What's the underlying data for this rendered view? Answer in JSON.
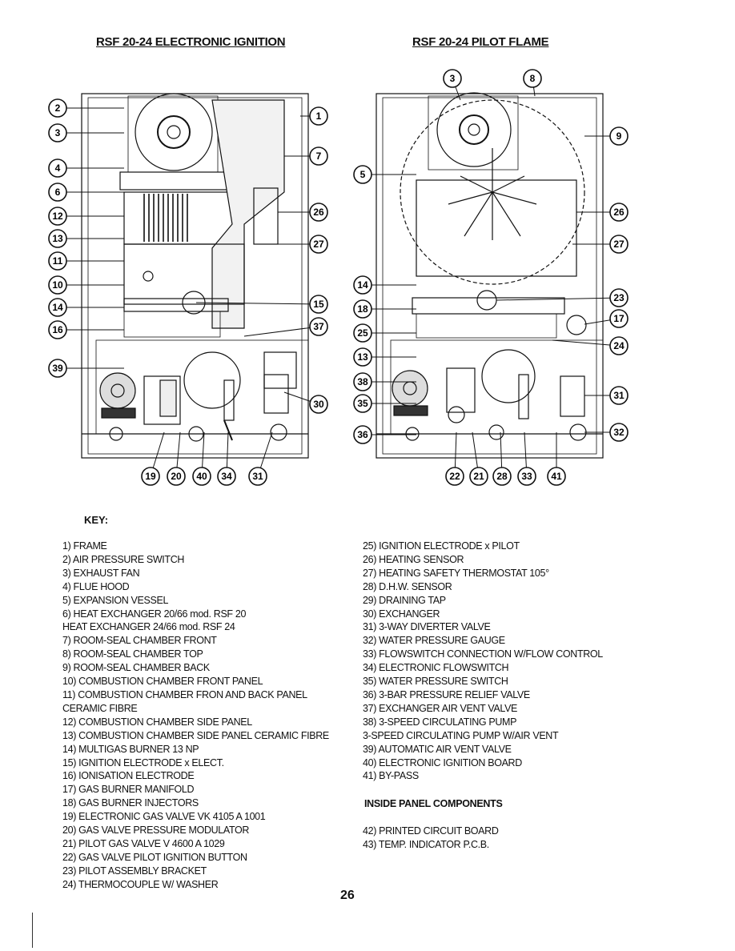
{
  "titles": {
    "left": "RSF 20-24 ELECTRONIC IGNITION",
    "right": "RSF 20-24 PILOT FLAME"
  },
  "diagram_left": {
    "callouts_left": [
      "2",
      "3",
      "4",
      "6",
      "12",
      "13",
      "11",
      "10",
      "14",
      "16",
      "39"
    ],
    "callouts_right": [
      "1",
      "7",
      "26",
      "27",
      "15",
      "37",
      "30"
    ],
    "callouts_bottom": [
      "19",
      "20",
      "40",
      "34",
      "31"
    ]
  },
  "diagram_right": {
    "callouts_top": [
      "3",
      "8"
    ],
    "callouts_left": [
      "5",
      "14",
      "18",
      "25",
      "13",
      "38",
      "35",
      "36"
    ],
    "callouts_right": [
      "9",
      "26",
      "27",
      "23",
      "17",
      "24",
      "31",
      "32"
    ],
    "callouts_bottom": [
      "22",
      "21",
      "28",
      "33",
      "41"
    ]
  },
  "key": {
    "heading": "KEY:",
    "left": [
      "1)  FRAME",
      "2)  AIR PRESSURE SWITCH",
      "3)  EXHAUST FAN",
      "4)  FLUE HOOD",
      "5)  EXPANSION VESSEL",
      "6)  HEAT EXCHANGER 20/66 mod. RSF 20",
      "HEAT EXCHANGER 24/66 mod. RSF 24",
      "7)  ROOM-SEAL CHAMBER FRONT",
      "8)  ROOM-SEAL CHAMBER TOP",
      "9)  ROOM-SEAL CHAMBER BACK",
      "10)  COMBUSTION CHAMBER FRONT PANEL",
      "11)  COMBUSTION CHAMBER FRON AND BACK PANEL",
      "CERAMIC FIBRE",
      "12)  COMBUSTION CHAMBER SIDE PANEL",
      "13)  COMBUSTION CHAMBER SIDE PANEL CERAMIC FIBRE",
      "14)  MULTIGAS BURNER 13 NP",
      "15)  IGNITION ELECTRODE x ELECT.",
      "16)  IONISATION ELECTRODE",
      "17)  GAS BURNER MANIFOLD",
      "18)  GAS BURNER INJECTORS",
      "19)  ELECTRONIC GAS VALVE  VK 4105 A 1001",
      "20)  GAS VALVE PRESSURE MODULATOR",
      "21)  PILOT GAS VALVE  V 4600 A 1029",
      "22)  GAS VALVE PILOT IGNITION BUTTON",
      "23)  PILOT ASSEMBLY BRACKET",
      "24)  THERMOCOUPLE W/ WASHER"
    ],
    "right": [
      "25)  IGNITION ELECTRODE x PILOT",
      "26)  HEATING SENSOR",
      "27)  HEATING SAFETY THERMOSTAT 105°",
      "28)  D.H.W. SENSOR",
      "29)  DRAINING TAP",
      "30)  EXCHANGER",
      "31)  3-WAY DIVERTER VALVE",
      "32)  WATER PRESSURE GAUGE",
      "33)  FLOWSWITCH CONNECTION W/FLOW CONTROL",
      "34)  ELECTRONIC FLOWSWITCH",
      "35)  WATER PRESSURE SWITCH",
      "36)  3-BAR PRESSURE RELIEF VALVE",
      "37)  EXCHANGER AIR VENT VALVE",
      "38)  3-SPEED CIRCULATING PUMP",
      "3-SPEED CIRCULATING PUMP W/AIR VENT",
      "39)  AUTOMATIC AIR VENT VALVE",
      "40)  ELECTRONIC IGNITION BOARD",
      "41)  BY-PASS"
    ],
    "inside_heading": "INSIDE PANEL COMPONENTS",
    "inside": [
      "42)  PRINTED CIRCUIT BOARD",
      "43)  TEMP. INDICATOR P.C.B."
    ]
  },
  "page_number": "26"
}
